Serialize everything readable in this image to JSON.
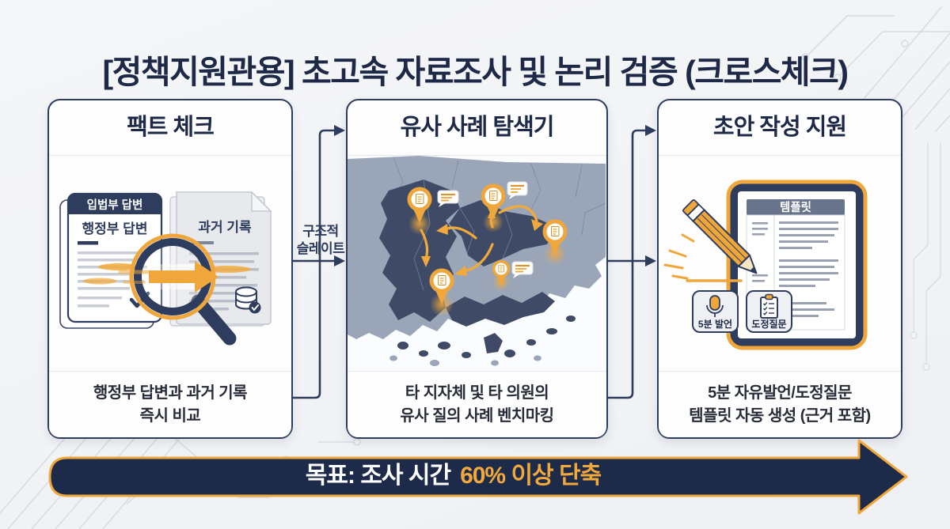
{
  "title": "[정책지원관용] 초고속 자료조사 및 논리 검증 (크로스체크)",
  "colors": {
    "navy": "#1d2947",
    "panel_border": "#2e3c5e",
    "gold": "#EFA63B",
    "map_light_region": "#9aa6b8",
    "map_dark_region": "#3f4b66",
    "background": "#f3f4f6"
  },
  "panels": [
    {
      "id": "fact-check",
      "title": "팩트 체크",
      "caption": [
        "행정부 답변과 과거 기록",
        "즉시 비교"
      ],
      "illustration": {
        "doc_header_label": "입법부 답변",
        "doc_front_label": "행정부 답변",
        "doc_right_label": "과거 기록",
        "icons": [
          "magnifier-icon",
          "compare-arrow-icon",
          "database-check-icon",
          "checkmark-icon"
        ]
      }
    },
    {
      "id": "case-explorer",
      "title": "유사 사례 탐색기",
      "caption": [
        "타 지자체 및 타 의원의",
        "유사 질의 사례 벤치마킹"
      ],
      "illustration": {
        "icons": [
          "korea-map",
          "location-pin-icon",
          "chat-bubble-icon",
          "transfer-arrow-icon"
        ]
      }
    },
    {
      "id": "draft-support",
      "title": "초안 작성 지원",
      "caption": [
        "5분 자유발언/도정질문",
        "템플릿 자동 생성 (근거 포함)"
      ],
      "illustration": {
        "tablet_header": "템플릿",
        "badges": [
          {
            "label": "5분 발언",
            "icon": "microphone-icon"
          },
          {
            "label": "도정질문",
            "icon": "clipboard-check-icon"
          }
        ],
        "icons": [
          "tablet-icon",
          "pencil-icon"
        ]
      }
    }
  ],
  "connector": {
    "label_line1": "구조적",
    "label_line2": "슬레이트"
  },
  "banner": {
    "goal_white": "목표: 조사 시간",
    "goal_gold": "60% 이상 단축"
  }
}
